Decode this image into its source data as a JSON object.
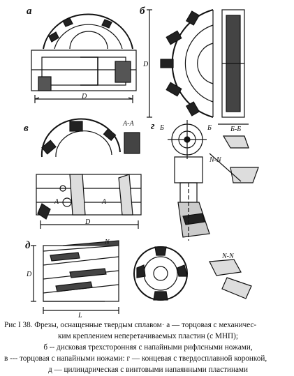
{
  "figure": {
    "panel_labels": [
      "а",
      "б",
      "в",
      "г",
      "д"
    ],
    "annotations": {
      "dim_D": "D",
      "dim_L": "L",
      "section_AA": "А-А",
      "section_BB": "Б-Б",
      "section_NN": "N-N",
      "mark_A": "А",
      "mark_B": "Б",
      "mark_N": "N"
    },
    "caption": {
      "line1": "Рис I 38. Фрезы, оснащенные твердым сплавом· а — торцовая с механичес-",
      "line2": "ким креплением неперетачиваемых пластин (с МНП);",
      "line3": "б -- дисковая трехсторонняя с напайными рифлсными ножами,",
      "line4": "в --- торцовая с напайными ножами: г — концевая с твердосплавной коронкой,",
      "line5": "д — цилиндрическая с винтовыми напаянными пластинами"
    }
  }
}
